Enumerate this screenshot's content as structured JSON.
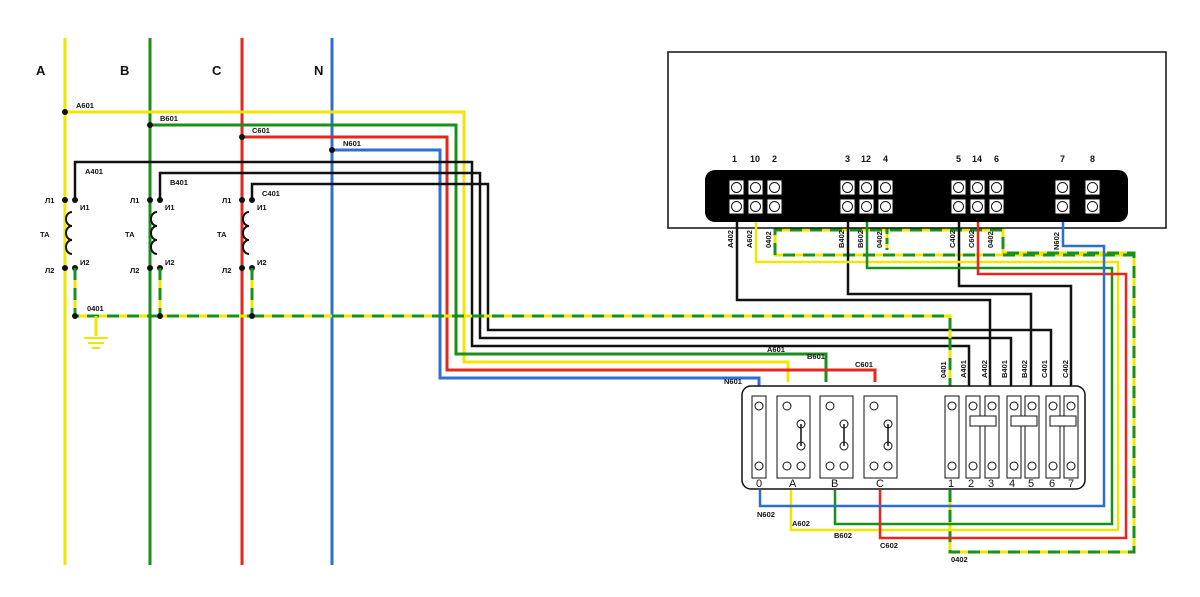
{
  "buses": [
    "A",
    "B",
    "C",
    "N"
  ],
  "colors": {
    "phase_a": "#f2e600",
    "phase_b": "#1a8f1a",
    "phase_c": "#e8261c",
    "neutral": "#2d6fd1",
    "ground": "#1a8f1a",
    "secondary": "#111111",
    "meter_body": "#000000"
  },
  "wires_601": {
    "a": "A601",
    "b": "B601",
    "c": "C601",
    "n": "N601"
  },
  "wires_401": {
    "a": "A401",
    "b": "B401",
    "c": "C401",
    "zero": "0401"
  },
  "wires_402": {
    "a": "A402",
    "b": "B402",
    "c": "C402",
    "zero": "0402"
  },
  "wires_602": {
    "a": "A602",
    "b": "B602",
    "c": "C602",
    "n": "N602",
    "zero": "0402"
  },
  "ct": {
    "name": "ТА",
    "l1": "Л1",
    "l2": "Л2",
    "i1": "И1",
    "i2": "И2"
  },
  "meter_terminals": [
    "1",
    "10",
    "2",
    "3",
    "12",
    "4",
    "5",
    "14",
    "6",
    "7",
    "8"
  ],
  "block_terminals": [
    "0",
    "A",
    "B",
    "C",
    "1",
    "2",
    "3",
    "4",
    "5",
    "6",
    "7"
  ]
}
